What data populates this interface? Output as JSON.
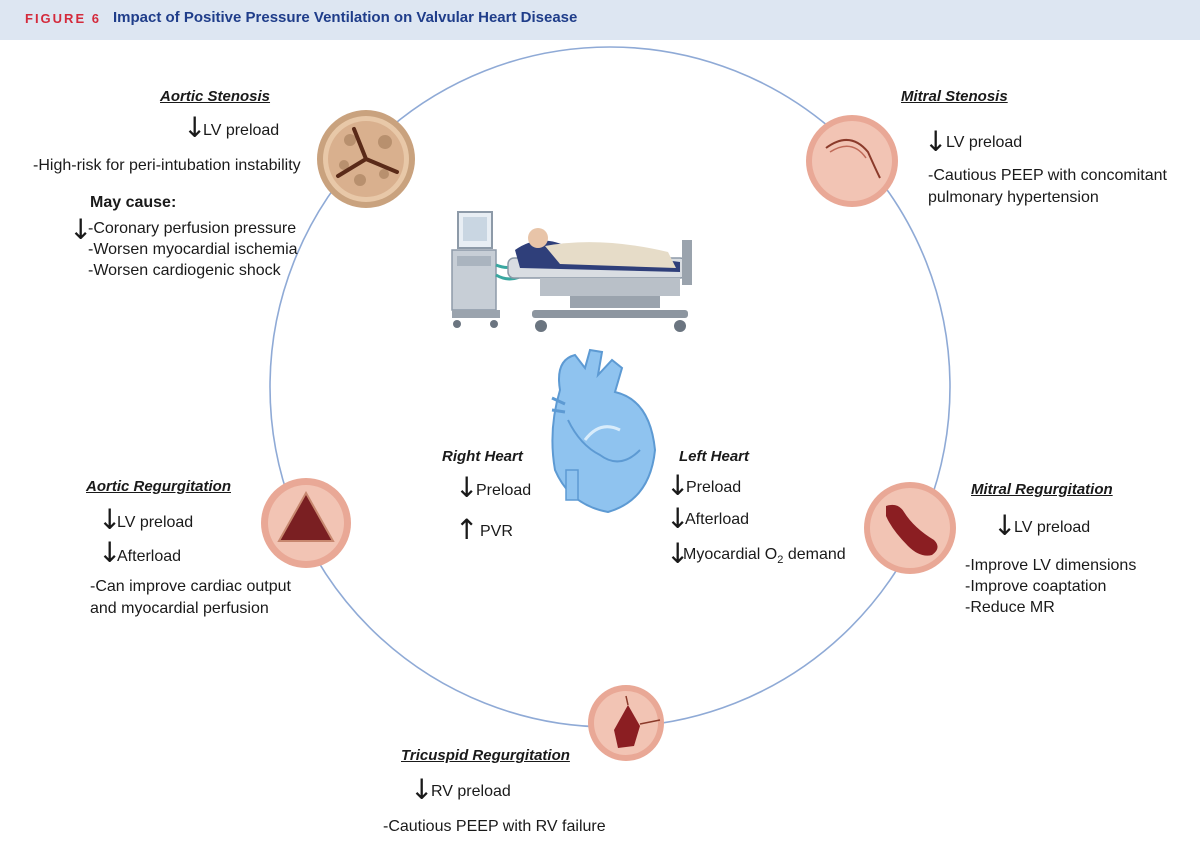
{
  "header": {
    "figure_label": "FIGURE 6",
    "title": "Impact of Positive Pressure Ventilation on Valvular Heart Disease"
  },
  "colors": {
    "header_bg": "#dde6f2",
    "figure_label": "#d42a3c",
    "title": "#1f3d8a",
    "circle": "#8faad6",
    "heart": "#8fc3ef",
    "valve_dark": "#7a1f22"
  },
  "arrows": {
    "down": "↓",
    "up": "↑"
  },
  "aortic_stenosis": {
    "title": "Aortic Stenosis",
    "item1": "LV preload",
    "note": "-High-risk for peri-intubation instability",
    "may_cause": "May cause:",
    "c1": "-Coronary perfusion pressure",
    "c2": "-Worsen myocardial ischemia",
    "c3": "-Worsen cardiogenic shock"
  },
  "mitral_stenosis": {
    "title": "Mitral Stenosis",
    "item1": "LV preload",
    "note1": "-Cautious PEEP with concomitant",
    "note2": "pulmonary hypertension"
  },
  "aortic_regurgitation": {
    "title": "Aortic Regurgitation",
    "item1": "LV preload",
    "item2": "Afterload",
    "note1": "-Can improve cardiac output",
    "note2": "and myocardial perfusion"
  },
  "mitral_regurgitation": {
    "title": "Mitral Regurgitation",
    "item1": "LV preload",
    "note1": "-Improve LV dimensions",
    "note2": "-Improve coaptation",
    "note3": "-Reduce MR"
  },
  "tricuspid_regurgitation": {
    "title": "Tricuspid Regurgitation",
    "item1": "RV preload",
    "note": "-Cautious PEEP with RV failure"
  },
  "right_heart": {
    "title": "Right Heart",
    "item1": "Preload",
    "item2": "PVR"
  },
  "left_heart": {
    "title": "Left Heart",
    "item1": "Preload",
    "item2": "Afterload",
    "item3_pre": "Myocardial O",
    "item3_sub": "2",
    "item3_post": " demand"
  }
}
